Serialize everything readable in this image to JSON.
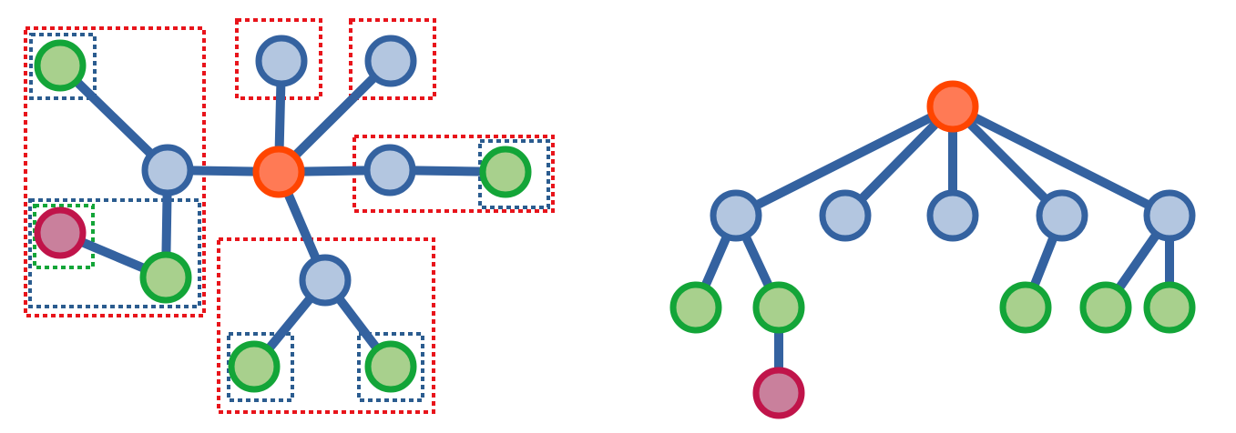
{
  "palette": {
    "edge": "#3462A0",
    "group_box_red": "#E8141B",
    "group_box_blue": "#2B5C8F",
    "group_box_green": "#13A538"
  },
  "node_styles": {
    "blue": {
      "fill": "#B3C6E0",
      "stroke": "#3462A0"
    },
    "green": {
      "fill": "#A8D08D",
      "stroke": "#13A538"
    },
    "root": {
      "fill": "#FF7A55",
      "stroke": "#FF4500"
    },
    "red": {
      "fill": "#C9809C",
      "stroke": "#C0144A"
    }
  },
  "graph": {
    "nodes": [
      {
        "id": "hub",
        "style": "root"
      },
      {
        "id": "b1",
        "style": "blue"
      },
      {
        "id": "b2",
        "style": "blue"
      },
      {
        "id": "b3",
        "style": "blue"
      },
      {
        "id": "b4",
        "style": "blue"
      },
      {
        "id": "b5",
        "style": "blue"
      },
      {
        "id": "g1",
        "style": "green"
      },
      {
        "id": "g2",
        "style": "green"
      },
      {
        "id": "g3",
        "style": "green"
      },
      {
        "id": "g4",
        "style": "green"
      },
      {
        "id": "g5",
        "style": "green"
      },
      {
        "id": "r1",
        "style": "red"
      }
    ],
    "edges": [
      [
        "hub",
        "b1"
      ],
      [
        "hub",
        "b2"
      ],
      [
        "hub",
        "b3"
      ],
      [
        "hub",
        "b4"
      ],
      [
        "hub",
        "b5"
      ],
      [
        "b1",
        "g1"
      ],
      [
        "b1",
        "g2"
      ],
      [
        "g2",
        "r1"
      ],
      [
        "b4",
        "g3"
      ],
      [
        "b5",
        "g4"
      ],
      [
        "b5",
        "g5"
      ]
    ]
  }
}
